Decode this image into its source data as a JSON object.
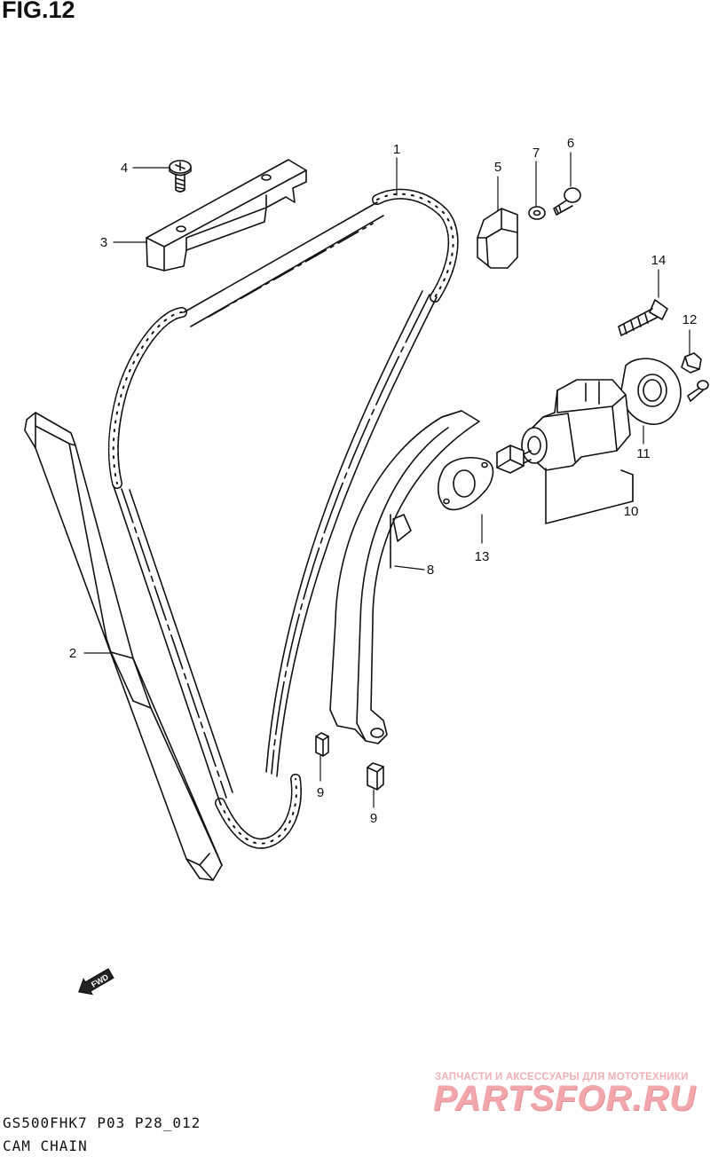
{
  "figure": {
    "title": "FIG.12",
    "model_code": "GS500FHK7 P03 P28_012",
    "section_name": "CAM CHAIN"
  },
  "callouts": [
    {
      "id": "1",
      "label": "1"
    },
    {
      "id": "2",
      "label": "2"
    },
    {
      "id": "3",
      "label": "3"
    },
    {
      "id": "4",
      "label": "4"
    },
    {
      "id": "5",
      "label": "5"
    },
    {
      "id": "6",
      "label": "6"
    },
    {
      "id": "7",
      "label": "7"
    },
    {
      "id": "8",
      "label": "8"
    },
    {
      "id": "9a",
      "label": "9"
    },
    {
      "id": "9b",
      "label": "9"
    },
    {
      "id": "10",
      "label": "10"
    },
    {
      "id": "11",
      "label": "11"
    },
    {
      "id": "12",
      "label": "12"
    },
    {
      "id": "13",
      "label": "13"
    },
    {
      "id": "14",
      "label": "14"
    }
  ],
  "direction_marker": {
    "label": "FWD",
    "icon": "forward-arrow-icon"
  },
  "watermark": {
    "tagline": "ЗАПЧАСТИ И АКСЕССУАРЫ ДЛЯ МОТОТЕХНИКИ",
    "brand": "PARTSFOR.RU",
    "color": "#f2a7ad"
  },
  "colors": {
    "line": "#111111",
    "background": "#ffffff"
  }
}
